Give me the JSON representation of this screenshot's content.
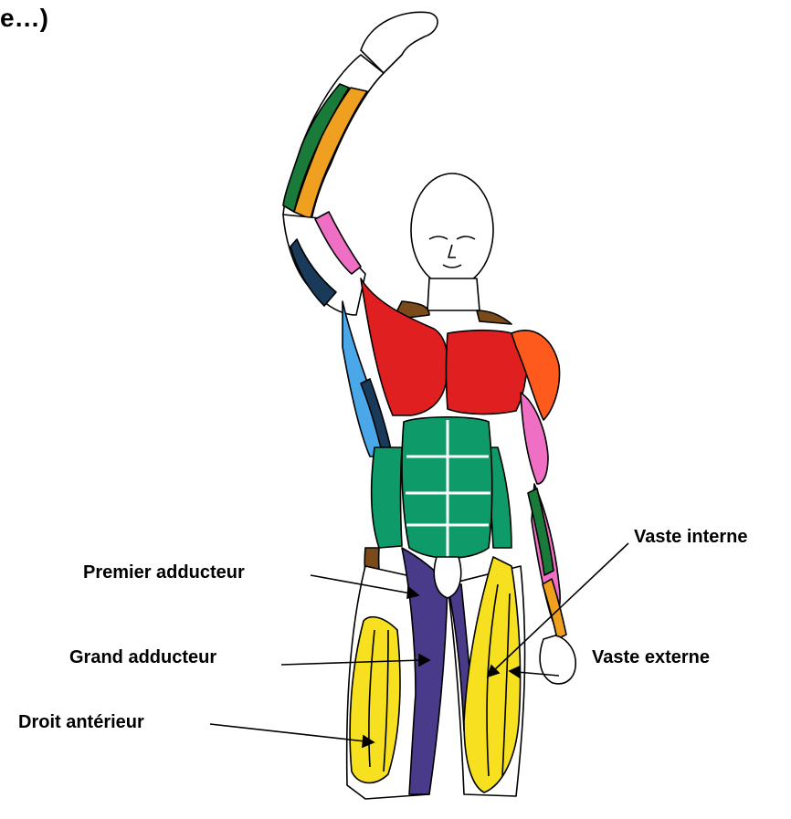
{
  "header": {
    "title_fragment": "e…)"
  },
  "labels": {
    "premier_adducteur": "Premier adducteur",
    "grand_adducteur": "Grand adducteur",
    "droit_anterieur": "Droit antérieur",
    "vaste_interne": "Vaste interne",
    "vaste_externe": "Vaste externe"
  },
  "colors": {
    "pectoral": "#e02020",
    "abdominal": "#0f9a6a",
    "deltoid": "#ff5a1e",
    "biceps": "#ef6fc4",
    "forearm_green": "#1a7a3a",
    "forearm_orange": "#f0a020",
    "latissimus_blue": "#4aa8e8",
    "dark_navy": "#1a3a5a",
    "adductor_purple": "#4a3a8a",
    "quadriceps_yellow": "#f6e020",
    "trapezius_brown": "#7a4a1a"
  }
}
